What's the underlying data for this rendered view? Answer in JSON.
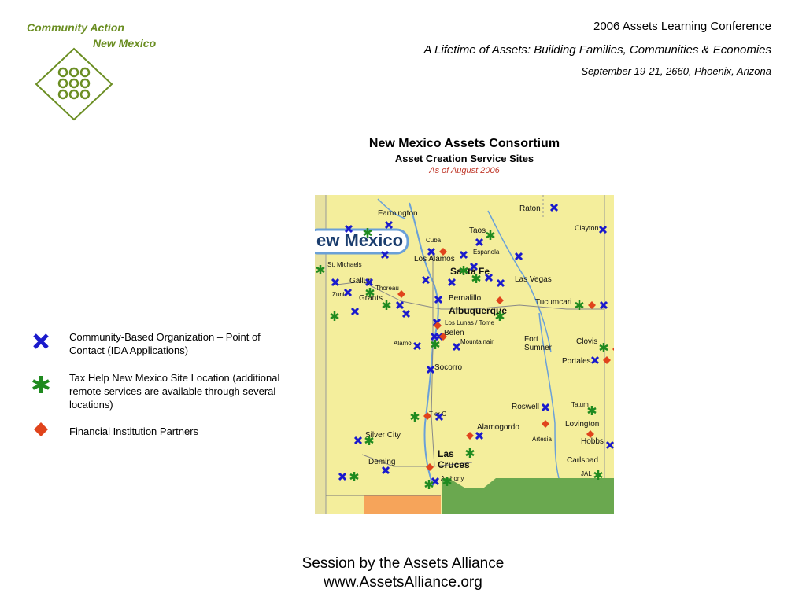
{
  "logo": {
    "line1": "Community Action",
    "line2": "New Mexico"
  },
  "header": {
    "conference": "2006 Assets Learning Conference",
    "theme": "A Lifetime of Assets: Building Families, Communities & Economies",
    "dates": "September 19-21, 2660, Phoenix, Arizona"
  },
  "map": {
    "title": "New Mexico Assets Consortium",
    "subtitle": "Asset Creation Service Sites",
    "asof": "As of August 2006",
    "banner": "ew Mexico",
    "cities": {
      "farmington": "Farmington",
      "raton": "Raton",
      "clayton": "Clayton",
      "taos": "Taos",
      "cuba": "Cuba",
      "espanola": "Espanola",
      "los_alamos": "Los Alamos",
      "santa_fe": "Santa Fe",
      "st_michaels": "St. Michaels",
      "gallup": "Gallup",
      "las_vegas": "Las Vegas",
      "zuni": "Zuni",
      "thoreau": "Thoreau",
      "grants": "Grants",
      "bernalillo": "Bernalillo",
      "albuquerque": "Albuquerque",
      "tucumcari": "Tucumcari",
      "los_lunas": "Los Lunas / Tome",
      "belen": "Belen",
      "alamo": "Alamo",
      "mountainair": "Mountainair",
      "fort_sumner": "Fort Sumner",
      "clovis": "Clovis",
      "portales": "Portales",
      "socorro": "Socorro",
      "roswell": "Roswell",
      "tatum": "Tatum",
      "t_or_c": "T or C",
      "alamogordo": "Alamogordo",
      "lovington": "Lovington",
      "artesia": "Artesia",
      "hobbs": "Hobbs",
      "silver_city": "Silver City",
      "las_cruces": "Las Cruces",
      "deming": "Deming",
      "carlsbad": "Carlsbad",
      "jal": "JAL",
      "anthony": "Anthony"
    }
  },
  "legend": {
    "cbo": "Community-Based Organization – Point of Contact (IDA Applications)",
    "tax": "Tax Help New Mexico Site Location (additional remote services are available through several locations)",
    "fin": "Financial Institution Partners"
  },
  "colors": {
    "cbo": "#1a1acc",
    "tax": "#1f8a1f",
    "fin": "#e0441c",
    "land": "#f4ee9c",
    "logo": "#6b8e23"
  },
  "footer": {
    "line1": "Session by the Assets Alliance",
    "line2": "www.AssetsAlliance.org"
  }
}
